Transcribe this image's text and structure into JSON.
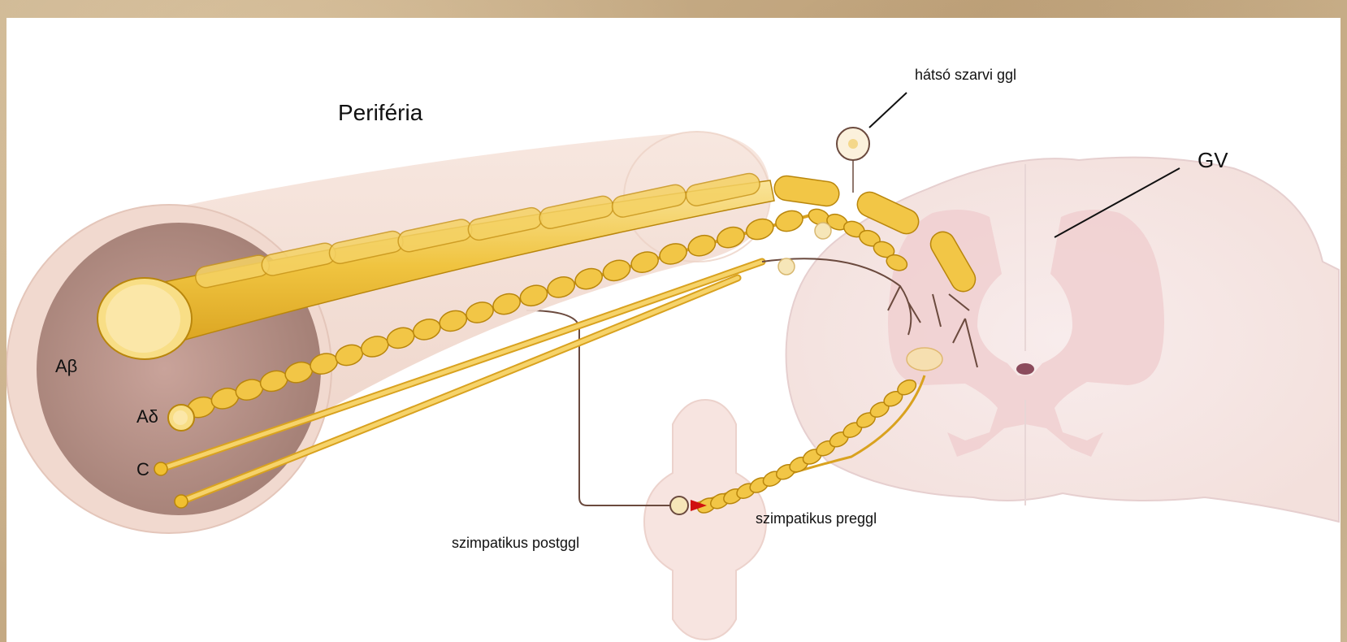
{
  "labels": {
    "periferia": "Periféria",
    "hatso_szarvi_ggl": "hátsó szarvi ggl",
    "gv": "GV",
    "a_beta": "Aβ",
    "a_delta": "Aδ",
    "c": "C",
    "szimpatikus_preggl": "szimpatikus preggl",
    "szimpatikus_postggl": "szimpatikus postggl"
  },
  "colors": {
    "background_texture": "#c9b28f",
    "canvas": "#ffffff",
    "nerve_sheath": "#f3dcd2",
    "nerve_inner": "#b48e84",
    "myelin": "#f2c646",
    "myelin_outline": "#b9860c",
    "spinal_cord": "#f6e6e4",
    "grey_matter": "#f0cfd0",
    "sympathetic_line": "#6b4a3e",
    "synapse_marker": "#d01010"
  }
}
